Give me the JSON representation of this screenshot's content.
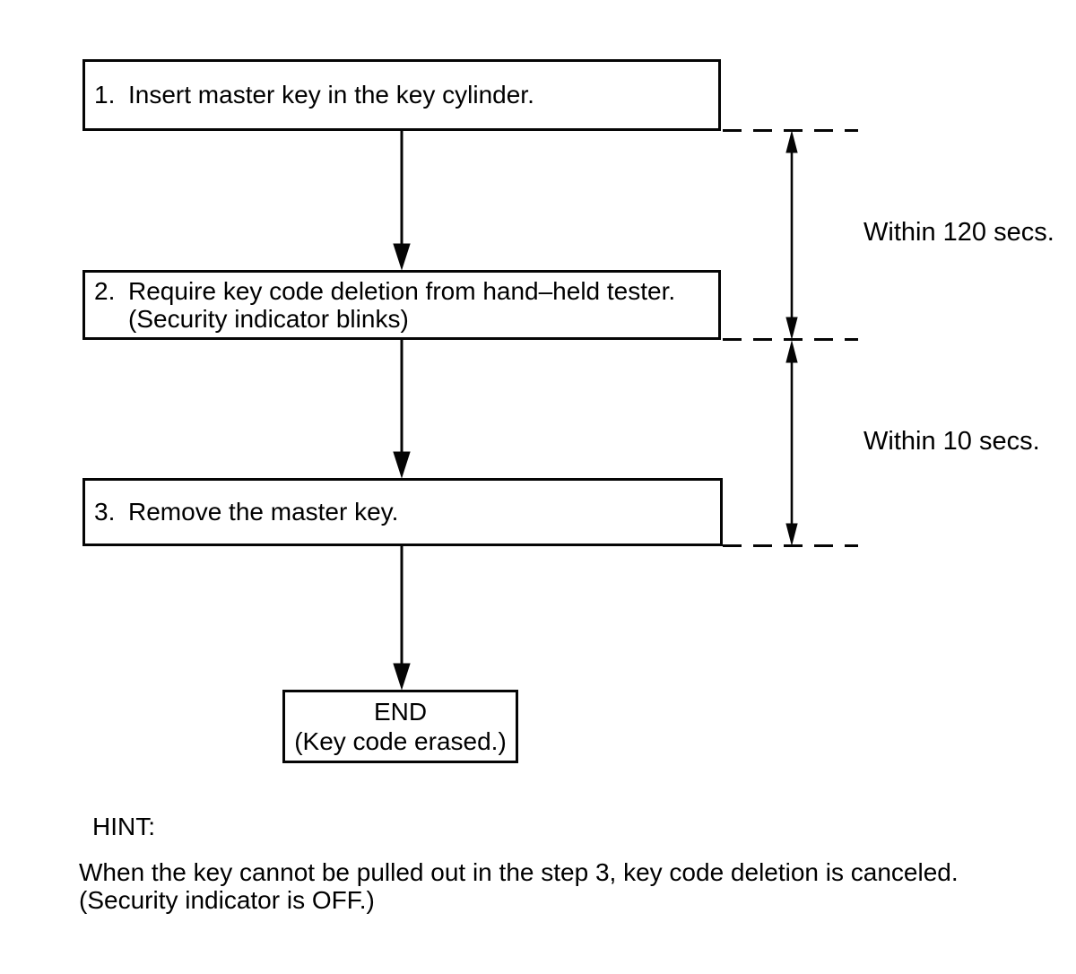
{
  "flowchart": {
    "steps": [
      {
        "number": "1.",
        "lines": [
          "Insert master key in the key cylinder."
        ]
      },
      {
        "number": "2.",
        "lines": [
          "Require key code deletion from hand–held tester.",
          "(Security indicator blinks)"
        ]
      },
      {
        "number": "3.",
        "lines": [
          "Remove the master key."
        ]
      }
    ],
    "end_box": {
      "title": "END",
      "subtitle": "(Key code erased.)"
    },
    "timing_labels": [
      {
        "label": "Within 120 secs.",
        "from_step": "1",
        "to_step": "2"
      },
      {
        "label": "Within 10 secs.",
        "from_step": "2",
        "to_step": "3"
      }
    ],
    "hint": {
      "heading": "HINT:",
      "lines": [
        "When the key cannot be pulled out in the step 3, key code deletion is canceled.",
        "(Security indicator is OFF.)"
      ]
    },
    "colors": {
      "ink": "#050505",
      "background": "#ffffff"
    }
  }
}
